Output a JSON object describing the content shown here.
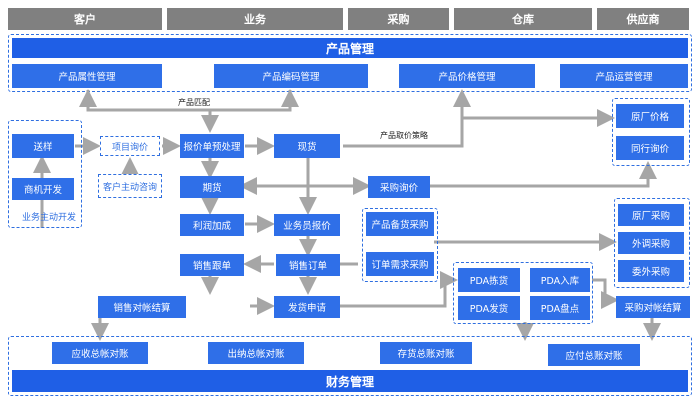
{
  "lanes": [
    "客户",
    "业务",
    "采购",
    "仓库",
    "供应商"
  ],
  "product_mgmt": {
    "title": "产品管理",
    "items": [
      "产品属性管理",
      "产品编码管理",
      "产品价格管理",
      "产品运营管理"
    ]
  },
  "finance_mgmt": {
    "title": "财务管理",
    "items": [
      "应收总帐对账",
      "出纳总帐对账",
      "存货总账对账",
      "应付总账对账"
    ]
  },
  "customer": {
    "sample": "送样",
    "biz_dev": "商机开发",
    "active_dev": "业务主动开发",
    "project_inquiry": "项目询价",
    "customer_inquiry": "客户主动咨询"
  },
  "business": {
    "quote_preprocess": "报价单预处理",
    "spot": "现货",
    "futures": "期货",
    "profit_markup": "利润加成",
    "sales_quote": "业务员报价",
    "sales_followup": "销售跟单",
    "sales_order": "销售订单",
    "sales_reconcile": "销售对帐结算",
    "shipping_request": "发货申请"
  },
  "purchasing": {
    "purchase_inquiry": "采购询价",
    "stock_purchase": "产品备货采购",
    "order_purchase": "订单需求采购"
  },
  "warehouse": {
    "pda_pick": "PDA拣货",
    "pda_ship": "PDA发货",
    "pda_in": "PDA入库",
    "pda_count": "PDA盘点"
  },
  "supplier": {
    "factory_price": "原厂价格",
    "peer_inquiry": "同行询价",
    "factory_purchase": "原厂采购",
    "transfer_purchase": "外调采购",
    "outsourced_purchase": "委外采购",
    "purchase_reconcile": "采购对帐结算"
  },
  "notes": {
    "product_match": "产品匹配",
    "price_strategy": "产品取价策略"
  }
}
